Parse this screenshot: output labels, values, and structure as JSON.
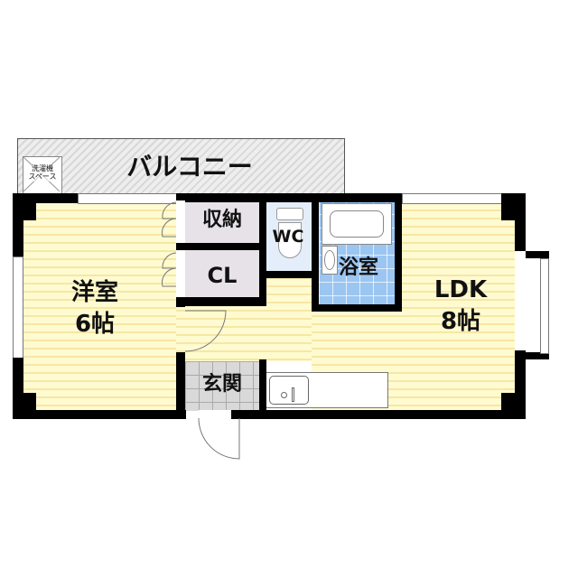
{
  "floor_plan": {
    "balcony": {
      "label": "バルコニー"
    },
    "washer_space": {
      "label": "洗濯機\nスペース"
    },
    "rooms": {
      "western_room": {
        "name": "洋室",
        "size": "6帖"
      },
      "storage": {
        "label": "収納"
      },
      "closet": {
        "label": "CL"
      },
      "toilet": {
        "label": "WC"
      },
      "bathroom": {
        "label": "浴室"
      },
      "ldk": {
        "name": "LDK",
        "size": "8帖"
      },
      "entrance": {
        "label": "玄関"
      }
    },
    "colors": {
      "floor": "#fffbd0",
      "floor_stripe": "#f7e6a6",
      "wall": "#000000",
      "storage": "#e6e2e8",
      "toilet": "#e4eefa",
      "bath_tile": "#9cc6f2",
      "entrance_tile": "#d9d9d9",
      "balcony": "#e6e6e6"
    }
  }
}
